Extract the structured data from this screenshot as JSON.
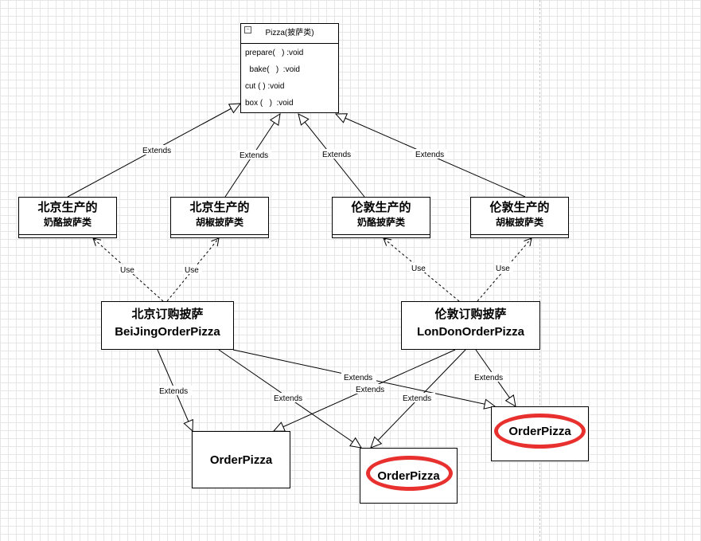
{
  "pizza_class": {
    "title": "Pizza(披萨类)",
    "methods": [
      "prepare(   ) :void",
      "  bake(   )  :void",
      "cut ( ) :void",
      "box (   )  :void"
    ]
  },
  "subclasses": [
    {
      "line1": "北京生产的",
      "line2": "奶酪披萨类"
    },
    {
      "line1": "北京生产的",
      "line2": "胡椒披萨类"
    },
    {
      "line1": "伦敦生产的",
      "line2": "奶酪披萨类"
    },
    {
      "line1": "伦敦生产的",
      "line2": "胡椒披萨类"
    }
  ],
  "order_sources": [
    {
      "line1": "北京订购披萨",
      "line2": "BeiJingOrderPizza"
    },
    {
      "line1": "伦敦订购披萨",
      "line2": "LonDonOrderPizza"
    }
  ],
  "order_targets": [
    {
      "label": "OrderPizza",
      "highlighted": false
    },
    {
      "label": "OrderPizza",
      "highlighted": true
    },
    {
      "label": "OrderPizza",
      "highlighted": true
    }
  ],
  "edge_labels": {
    "extends": "Extends",
    "use": "Use"
  },
  "colors": {
    "highlight": "#e8312f",
    "grid": "#e6e6e6"
  }
}
